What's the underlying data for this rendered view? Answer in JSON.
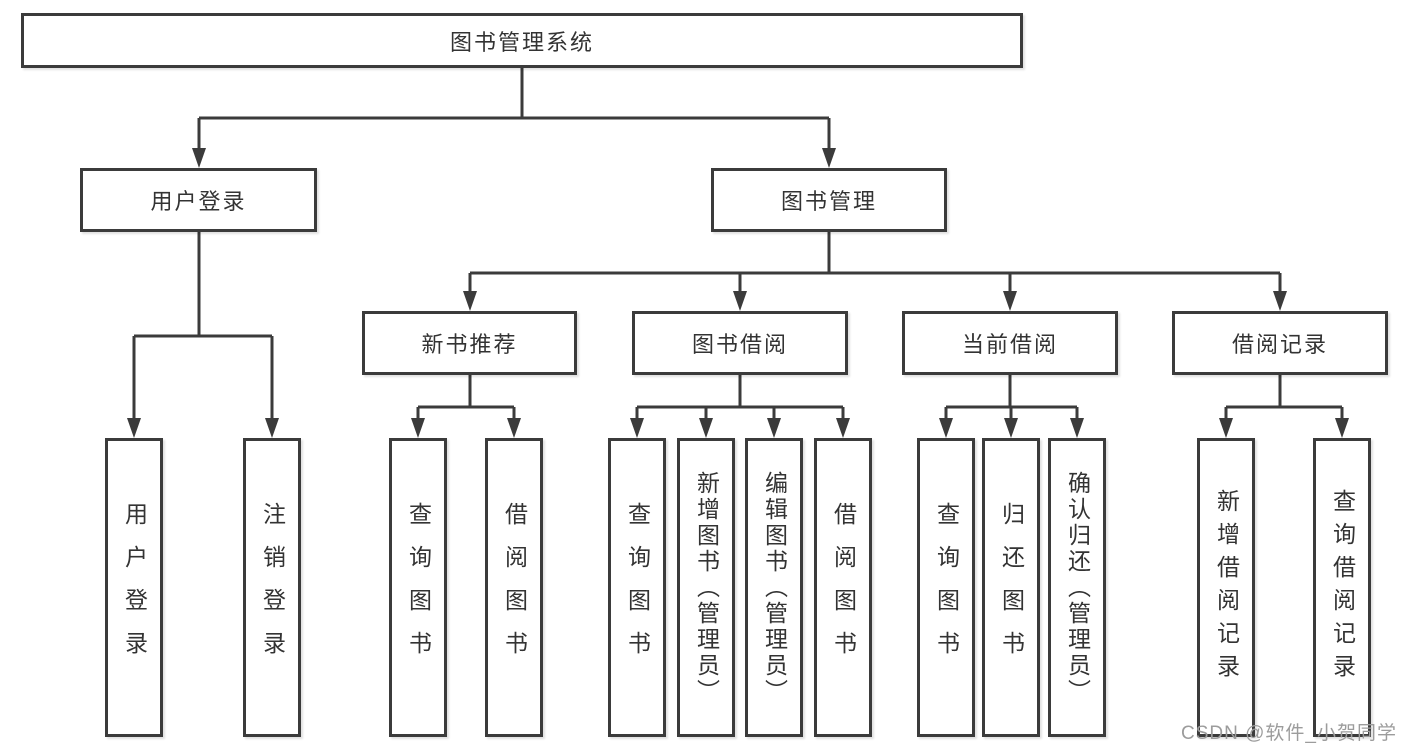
{
  "diagram": {
    "title": "图书管理系统",
    "branches": [
      {
        "label": "用户登录",
        "children": [
          {
            "label": "用户登录"
          },
          {
            "label": "注销登录"
          }
        ]
      },
      {
        "label": "图书管理",
        "sections": [
          {
            "label": "新书推荐",
            "children": [
              {
                "label": "查询图书"
              },
              {
                "label": "借阅图书"
              }
            ]
          },
          {
            "label": "图书借阅",
            "children": [
              {
                "label": "查询图书"
              },
              {
                "label": "新增图书（管理员）"
              },
              {
                "label": "编辑图书（管理员）"
              },
              {
                "label": "借阅图书"
              }
            ]
          },
          {
            "label": "当前借阅",
            "children": [
              {
                "label": "查询图书"
              },
              {
                "label": "归还图书"
              },
              {
                "label": "确认归还（管理员）"
              }
            ]
          },
          {
            "label": "借阅记录",
            "children": [
              {
                "label": "新增借阅记录"
              },
              {
                "label": "查询借阅记录"
              }
            ]
          }
        ]
      }
    ]
  },
  "watermark": {
    "text": "CSDN @软件_小贺同学"
  },
  "colors": {
    "line": "#3b3b3b",
    "border": "#3b3b3b",
    "text": "#333333",
    "watermark": "#9c9c9c",
    "background": "#ffffff"
  }
}
